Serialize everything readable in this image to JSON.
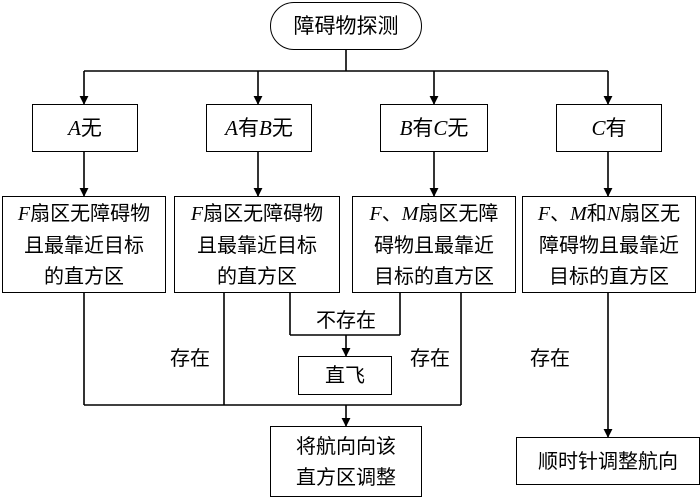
{
  "start": {
    "label": "障碍物探测"
  },
  "conditions": [
    {
      "parts": [
        {
          "t": "A",
          "i": true
        },
        {
          "t": "无"
        }
      ]
    },
    {
      "parts": [
        {
          "t": "A",
          "i": true
        },
        {
          "t": "有"
        },
        {
          "t": "B",
          "i": true
        },
        {
          "t": "无"
        }
      ]
    },
    {
      "parts": [
        {
          "t": "B",
          "i": true
        },
        {
          "t": "有"
        },
        {
          "t": "C",
          "i": true
        },
        {
          "t": "无"
        }
      ]
    },
    {
      "parts": [
        {
          "t": "C",
          "i": true
        },
        {
          "t": "有"
        }
      ]
    }
  ],
  "searches": [
    {
      "lines": [
        [
          {
            "t": "F",
            "i": true
          },
          {
            "t": "扇区无障碍物"
          }
        ],
        [
          {
            "t": "且最靠近目标"
          }
        ],
        [
          {
            "t": "的直方区"
          }
        ]
      ]
    },
    {
      "lines": [
        [
          {
            "t": "F",
            "i": true
          },
          {
            "t": "扇区无障碍物"
          }
        ],
        [
          {
            "t": "且最靠近目标"
          }
        ],
        [
          {
            "t": "的直方区"
          }
        ]
      ]
    },
    {
      "lines": [
        [
          {
            "t": "F",
            "i": true
          },
          {
            "t": "、"
          },
          {
            "t": "M",
            "i": true
          },
          {
            "t": "扇区无障"
          }
        ],
        [
          {
            "t": "碍物且最靠近"
          }
        ],
        [
          {
            "t": "目标的直方区"
          }
        ]
      ]
    },
    {
      "lines": [
        [
          {
            "t": "F",
            "i": true
          },
          {
            "t": "、"
          },
          {
            "t": "M",
            "i": true
          },
          {
            "t": "和"
          },
          {
            "t": "N",
            "i": true
          },
          {
            "t": "扇区无"
          }
        ],
        [
          {
            "t": "障碍物且最靠近"
          }
        ],
        [
          {
            "t": "目标的直方区"
          }
        ]
      ]
    }
  ],
  "edge_labels": {
    "not_exist": "不存在",
    "exist_left": "存在",
    "exist_right": "存在",
    "exist_far": "存在"
  },
  "actions": {
    "fly_straight": "直飞",
    "adjust_heading": [
      "将航向向该",
      "直方区调整"
    ],
    "turn_clockwise": "顺时针调整航向"
  }
}
